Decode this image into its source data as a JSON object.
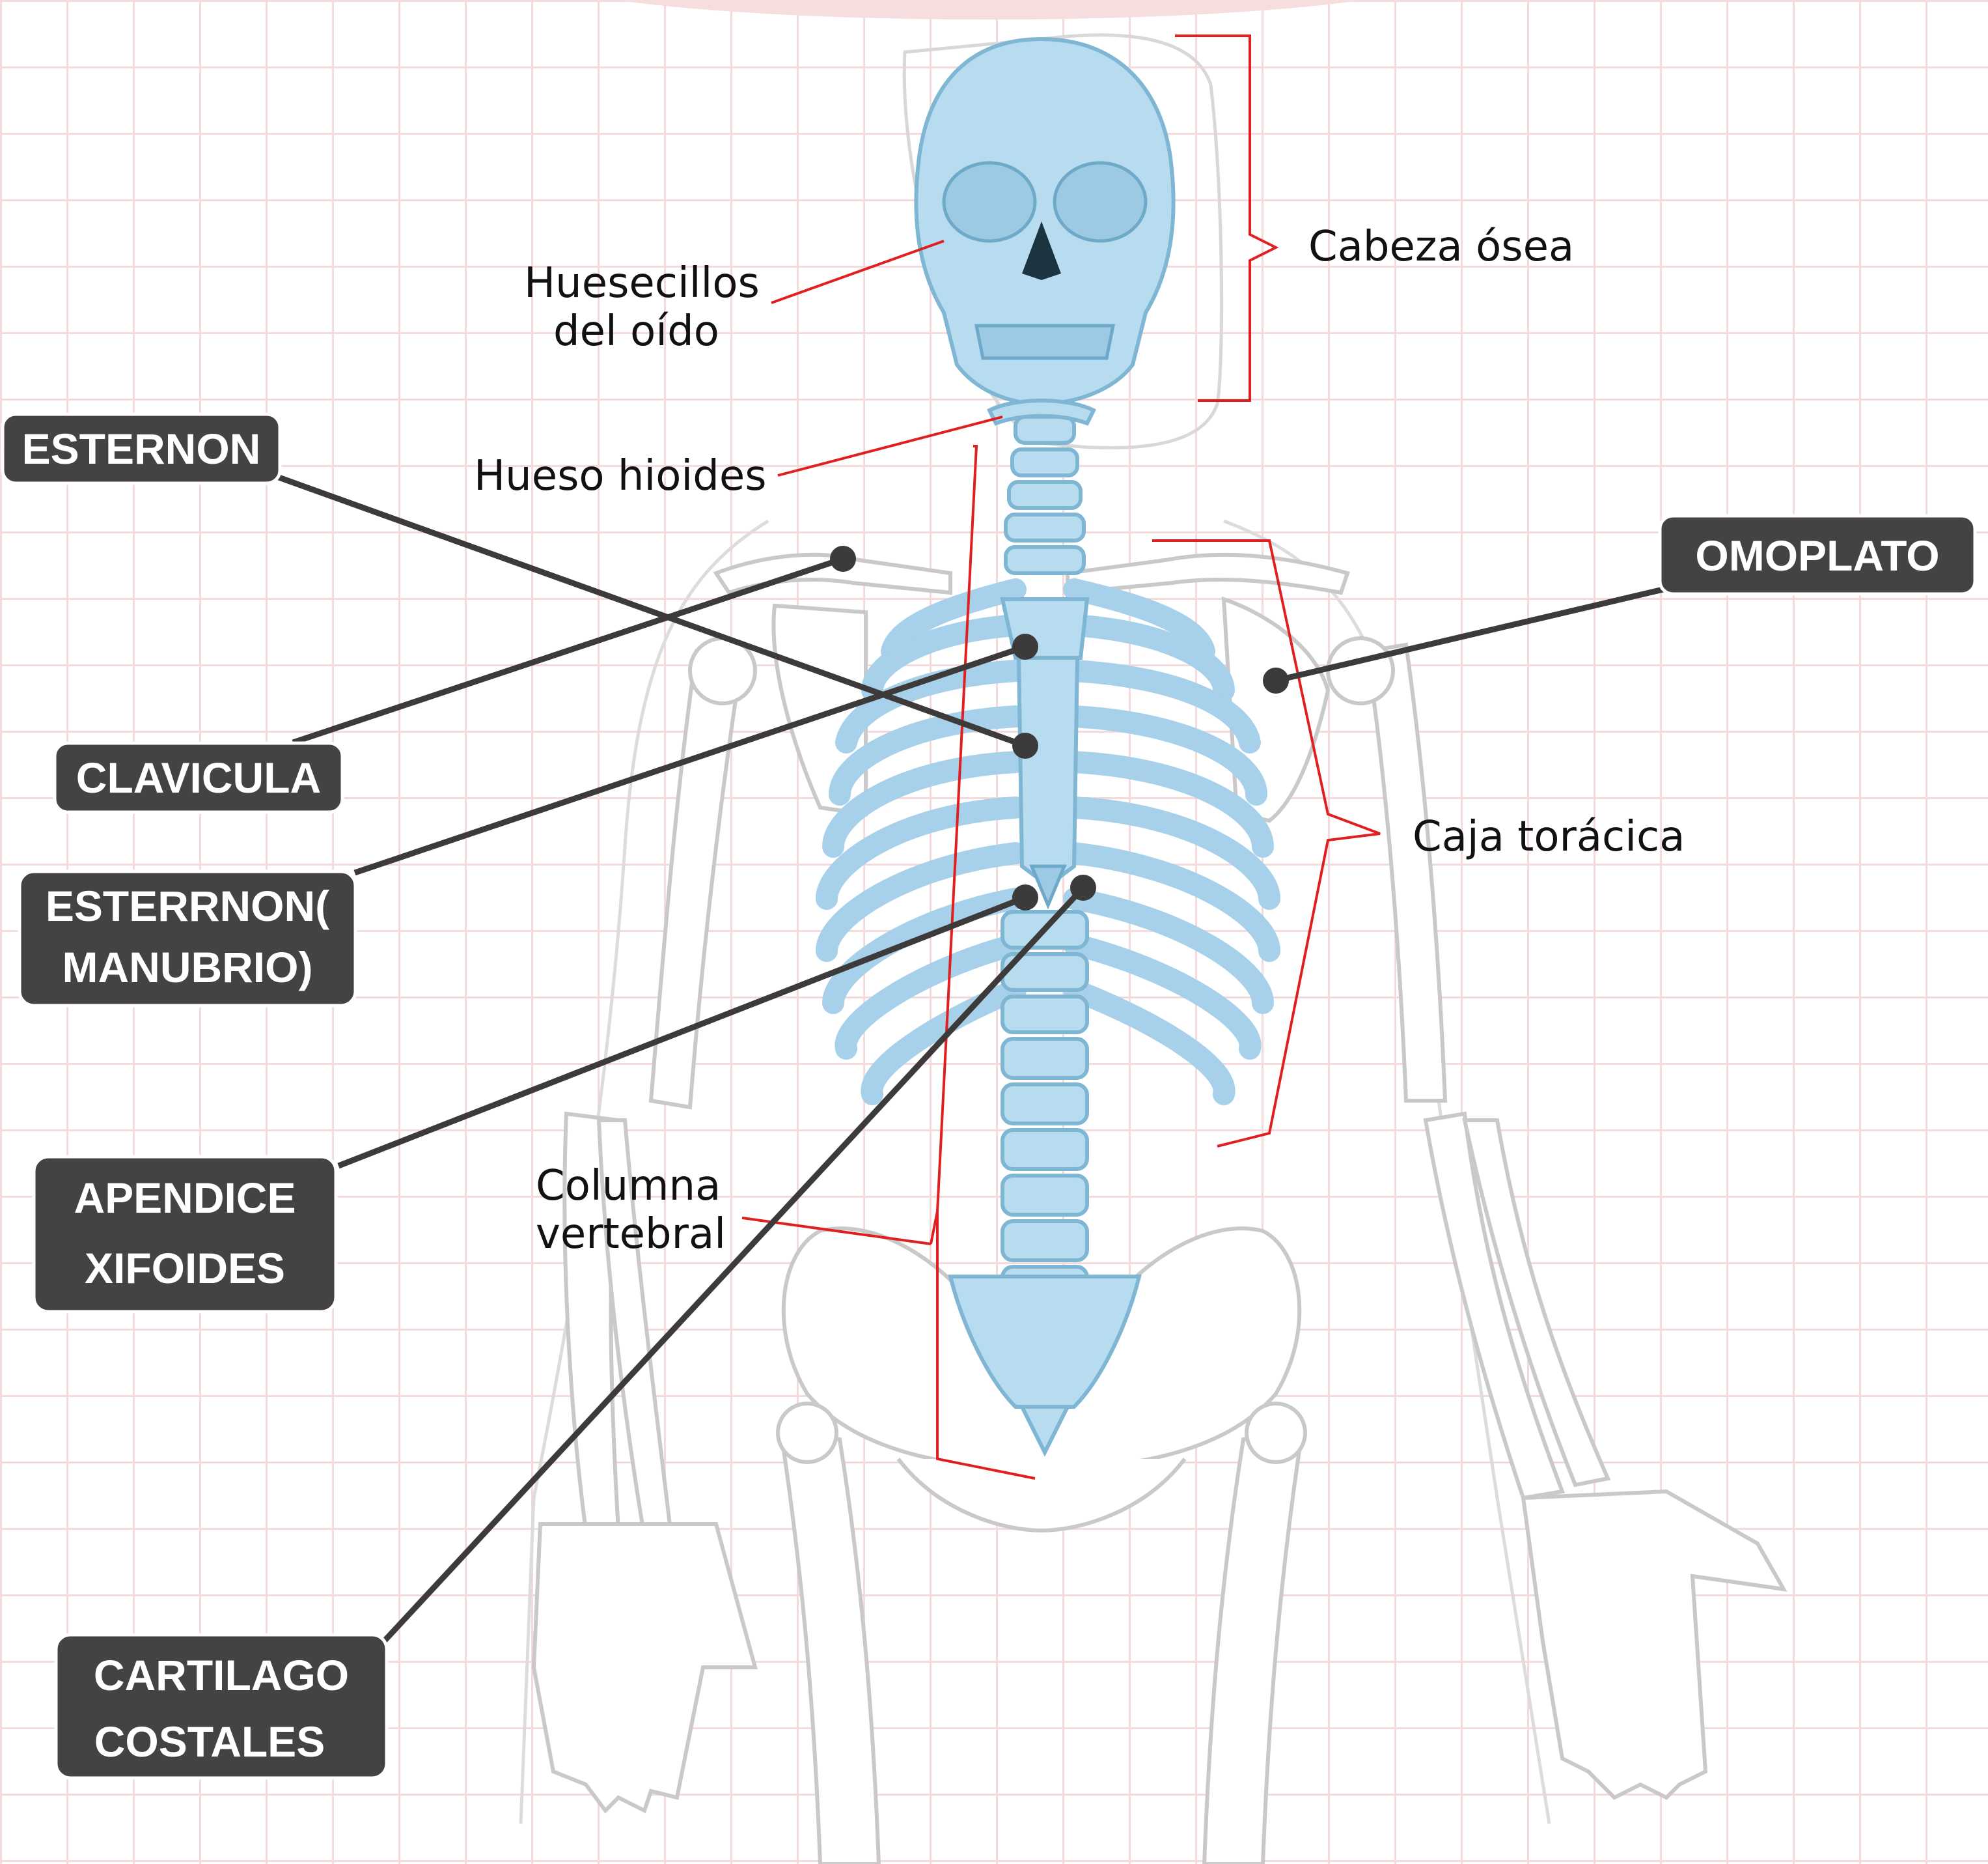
{
  "diagram": {
    "colors": {
      "tag_background": "#454242",
      "tag_text": "#ffffff",
      "leader_line": "#3c3a3a",
      "bracket_red": "#e02020",
      "highlight_bone_blue": "#b8dcef",
      "grid_line": "#f4dada"
    },
    "source_labels": {
      "cabeza_osea": "Cabeza ósea",
      "huesecillos_line1": "Huesecillos",
      "huesecillos_line2": "del oído",
      "hueso_hioides": "Hueso hioides",
      "caja_toracica": "Caja torácica",
      "columna_line1": "Columna",
      "columna_line2": "vertebral"
    },
    "tags": {
      "esternon": "ESTERNON",
      "clavicula": "CLAVICULA",
      "manubrio_line1": "ESTERRNON(",
      "manubrio_line2": "MANUBRIO)",
      "apendice_line1": "APENDICE",
      "apendice_line2": "XIFOIDES",
      "cartilago_line1": "CARTILAGO",
      "cartilago_line2": "COSTALES",
      "omoplato": "OMOPLATO"
    }
  }
}
